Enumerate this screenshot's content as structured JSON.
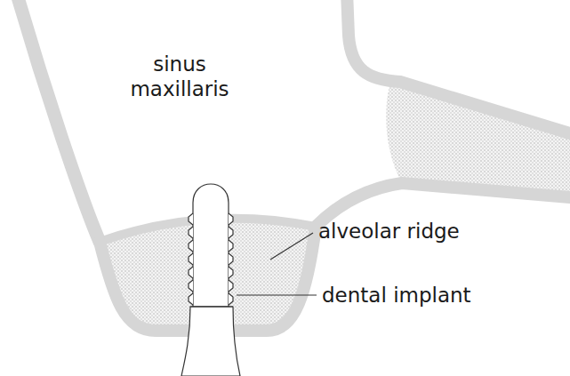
{
  "diagram": {
    "labels": [
      "sinus maxillaris",
      "alveolar ridge",
      "dental implant"
    ]
  }
}
